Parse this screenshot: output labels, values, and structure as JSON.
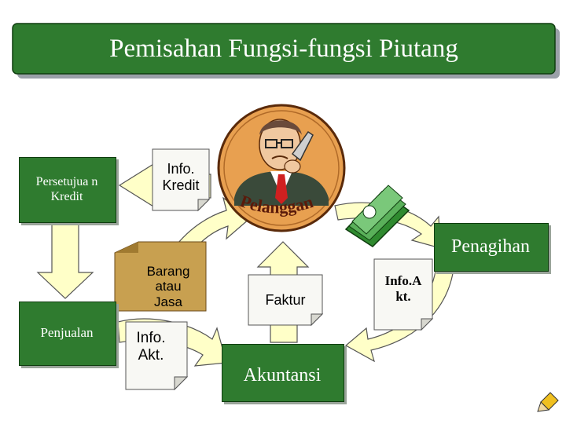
{
  "title": "Pemisahan Fungsi-fungsi Piutang",
  "nodes": {
    "persetujuan_kredit": "Persetujua n Kredit",
    "penjualan": "Penjualan",
    "penagihan": "Penagihan",
    "akuntansi": "Akuntansi",
    "pelanggan": "Pelanggan"
  },
  "documents": {
    "info_kredit": "Info. Kredit",
    "barang_jasa": "Barang atau Jasa",
    "info_akt": "Info. Akt.",
    "faktur": "Faktur",
    "info_akt_2": "Info.A kt."
  },
  "colors": {
    "box_green": "#2f7b2f",
    "arrow_fill": "#ffffc8",
    "doc_fill": "#f8f8f4",
    "barang_fill": "#c8a050",
    "medallion": "#e8a050"
  },
  "icons": [
    "pelanggan-phone-man-icon",
    "money-stack-icon",
    "pencil-corner-icon"
  ]
}
